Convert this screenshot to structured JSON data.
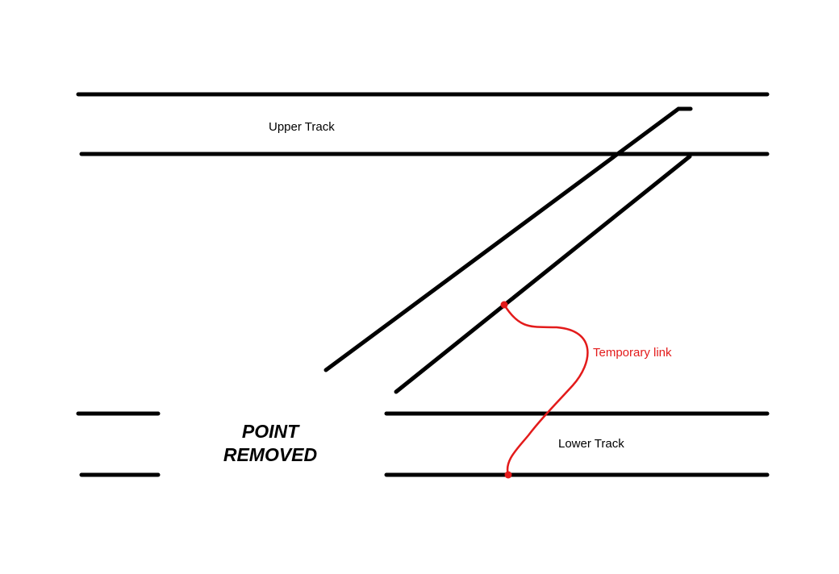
{
  "labels": {
    "upper_track": "Upper Track",
    "lower_track": "Lower Track",
    "temporary_link": "Temporary link",
    "point_removed_line1": "POINT",
    "point_removed_line2": "REMOVED"
  },
  "colors": {
    "rail": "#000000",
    "link": "#e31b1b",
    "background": "#ffffff"
  }
}
